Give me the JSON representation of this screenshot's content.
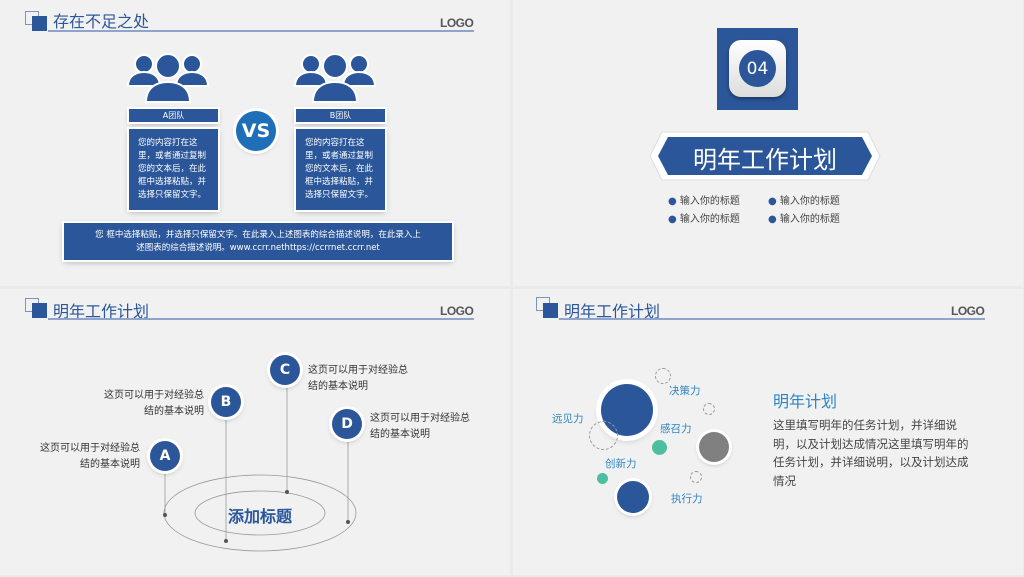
{
  "slide1": {
    "title": "存在不足之处",
    "logo": "LOGO",
    "team_a": "A团队",
    "team_b": "B团队",
    "vs": "VS",
    "team_a_text": "您的内容打在这里，或者通过复制您的文本后，在此框中选择粘贴，并选择只保留文字。",
    "team_b_text": "您的内容打在这里，或者通过复制您的文本后，在此框中选择粘贴，并选择只保留文字。",
    "summary": "您 框中选择粘贴，并选择只保留文字。在此录入上述图表的综合描述说明，在此录入上述图表的综合描述说明。www.ccrr.nethttps://ccrrnet.ccrr.net"
  },
  "slide2": {
    "number": "04",
    "title": "明年工作计划",
    "bullets": [
      "输入你的标题",
      "输入你的标题",
      "输入你的标题",
      "输入你的标题"
    ]
  },
  "slide3": {
    "title": "明年工作计划",
    "logo": "LOGO",
    "center": "添加标题",
    "items": [
      {
        "letter": "A",
        "text": "这页可以用于对经验总结的基本说明"
      },
      {
        "letter": "B",
        "text": "这页可以用于对经验总结的基本说明"
      },
      {
        "letter": "C",
        "text": "这页可以用于对经验总结的基本说明"
      },
      {
        "letter": "D",
        "text": "这页可以用于对经验总结的基本说明"
      }
    ]
  },
  "slide4": {
    "title": "明年工作计划",
    "logo": "LOGO",
    "labels": [
      "远见力",
      "决策力",
      "感召力",
      "创新力",
      "执行力"
    ],
    "heading": "明年计划",
    "paragraph": "这里填写明年的任务计划，并详细说明，以及计划达成情况这里填写明年的任务计划，并详细说明，以及计划达成情况"
  },
  "colors": {
    "primary": "#2b579a",
    "accent": "#4dbfa0",
    "gray": "#808080"
  }
}
